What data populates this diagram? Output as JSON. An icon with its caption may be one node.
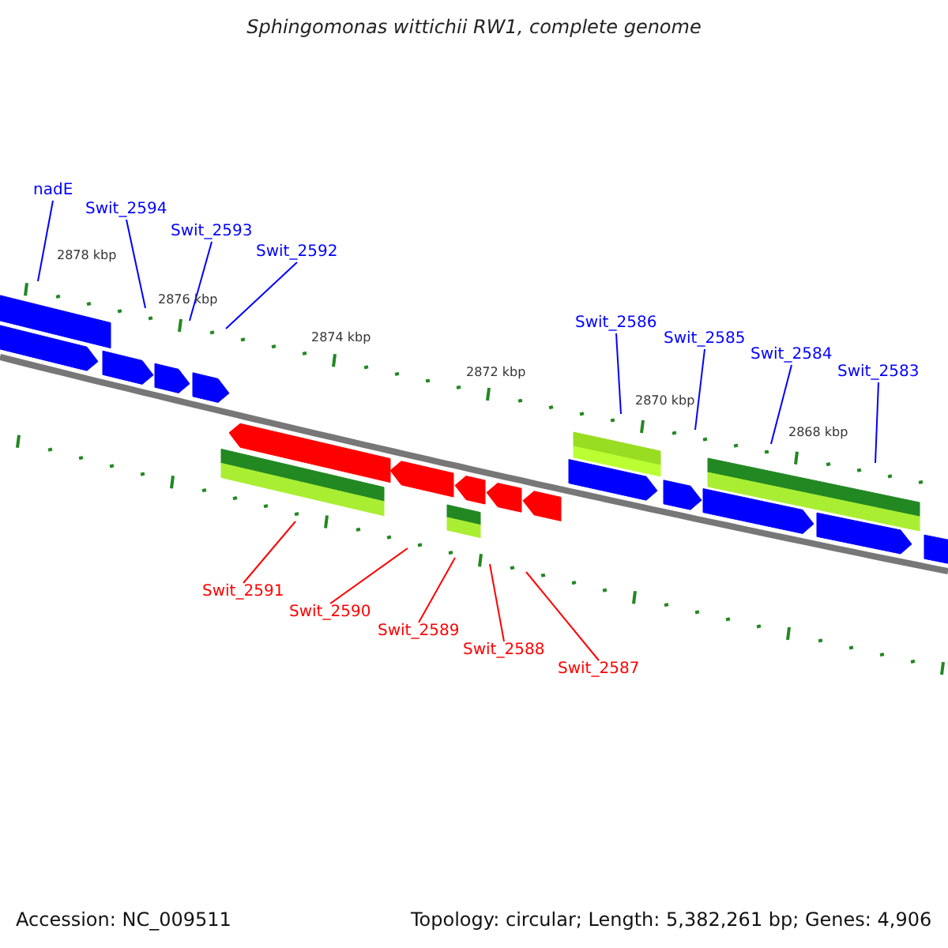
{
  "diagram": {
    "title": "Sphingomonas wittichii RW1, complete genome",
    "nodes": [
      {
        "text": [
          "nadE"
        ]
      },
      {
        "text": [
          "Swit_2594"
        ]
      },
      {
        "text": [
          "Swit_2593"
        ]
      },
      {
        "text": [
          "Swit_2592"
        ]
      },
      {
        "text": [
          "Swit_2586"
        ]
      },
      {
        "text": [
          "Swit_2585"
        ]
      },
      {
        "text": [
          "Swit_2584"
        ]
      },
      {
        "text": [
          "Swit_2583"
        ]
      },
      {
        "text": [
          "Swit_2591"
        ]
      },
      {
        "text": [
          "Swit_2590"
        ]
      },
      {
        "text": [
          "Swit_2589"
        ]
      },
      {
        "text": [
          "Swit_2588"
        ]
      },
      {
        "text": [
          "Swit_2587"
        ]
      }
    ],
    "edges": [
      {
        "from": 0,
        "to": null,
        "arrow": "none"
      },
      {
        "from": 1,
        "to": null,
        "arrow": "none"
      },
      {
        "from": 2,
        "to": null,
        "arrow": "none"
      },
      {
        "from": 3,
        "to": null,
        "arrow": "none"
      },
      {
        "from": 4,
        "to": null,
        "arrow": "none"
      },
      {
        "from": 5,
        "to": null,
        "arrow": "none"
      },
      {
        "from": 6,
        "to": null,
        "arrow": "none"
      },
      {
        "from": 7,
        "to": null,
        "arrow": "none"
      },
      {
        "from": 8,
        "to": null,
        "arrow": "none",
        "color": "#ff0000"
      },
      {
        "from": 9,
        "to": null,
        "arrow": "none",
        "color": "#ff0000"
      },
      {
        "from": 10,
        "to": null,
        "arrow": "none",
        "color": "#ff0000"
      },
      {
        "from": 11,
        "to": null,
        "arrow": "none",
        "color": "#ff0000"
      },
      {
        "from": 12,
        "to": null,
        "arrow": "none",
        "color": "#ff0000"
      }
    ],
    "labels": [
      "2878 kbp",
      "2876 kbp",
      "2874 kbp",
      "2872 kbp",
      "2870 kbp",
      "2868 kbp",
      "Accession: NC_009511",
      "Topology: circular; Length: 5,382,261 bp; Genes: 4,906"
    ]
  }
}
